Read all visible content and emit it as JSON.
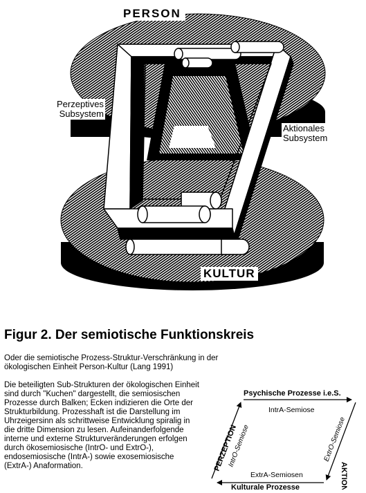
{
  "figure": {
    "label_person": "PERSON",
    "label_kultur": "KULTUR",
    "label_perzeptiv": [
      "Perzeptives",
      "Subsystem"
    ],
    "label_aktional": [
      "Aktionales",
      "Subsystem"
    ]
  },
  "caption": {
    "title": "Figur 2. Der semiotische Funktionskreis",
    "intro": "Oder die semiotische Prozess-Struktur-Verschränkung in der ökologischen Einheit Person-Kultur (Lang 1991)",
    "body": "Die beteiligten Sub-Strukturen der ökologischen Einheit sind durch \"Kuchen\" dargestellt, die semiosischen Prozesse durch Balken; Ecken indizieren die Orte der Strukturbildung. Prozesshaft ist die Darstellung im Uhrzeigersinn als schrittweise Entwicklung spiralig in die dritte Dimension zu lesen. Aufeinanderfolgende interne und externe Strukturveränderungen erfolgen durch ökosemiosische (IntrO- und ExtrO-), endosemiosische (IntrA-) sowie exosemiosische (ExtrA-) Anaformation."
  },
  "cycle": {
    "top": "Psychische Prozesse i.e.S.",
    "bottom": "Kulturale Prozesse",
    "left": "PERZEPTION",
    "right": "AKTION",
    "inner_top": "IntrA-Semiose",
    "inner_bottom": "ExtrA-Semiosen",
    "inner_left": "IntrO-Semiose",
    "inner_right": "ExtrO-Semiose"
  }
}
